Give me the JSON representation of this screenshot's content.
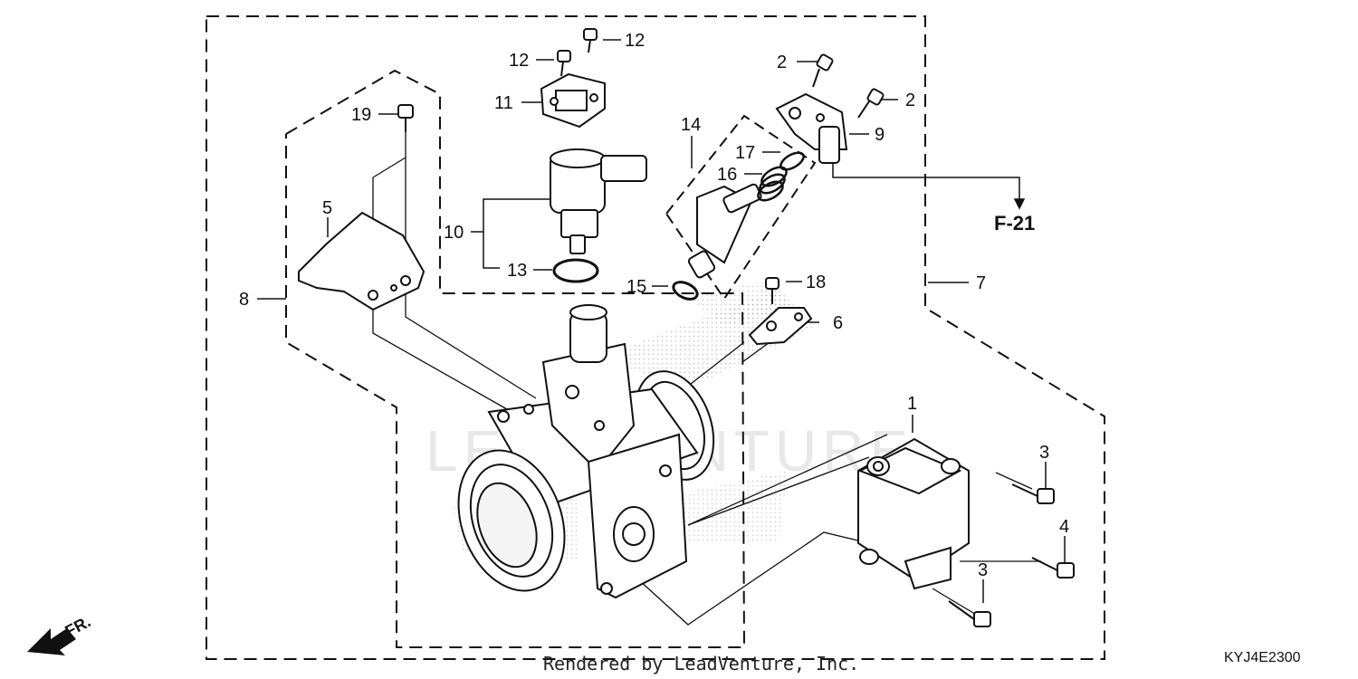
{
  "diagram": {
    "callouts": {
      "p1": "1",
      "p2a": "2",
      "p2b": "2",
      "p3a": "3",
      "p3b": "3",
      "p4": "4",
      "p5": "5",
      "p6": "6",
      "p7": "7",
      "p8": "8",
      "p9": "9",
      "p10": "10",
      "p11": "11",
      "p12a": "12",
      "p12b": "12",
      "p13": "13",
      "p14": "14",
      "p15": "15",
      "p16": "16",
      "p17": "17",
      "p18": "18",
      "p19": "19"
    },
    "reference": "F-21",
    "direction": "FR.",
    "watermark": "LEADVENTURE",
    "credit": "Rendered by LeadVenture, Inc.",
    "diagram_code": "KYJ4E2300"
  },
  "colors": {
    "line": "#111111",
    "stipple": "#9a9a9a"
  }
}
